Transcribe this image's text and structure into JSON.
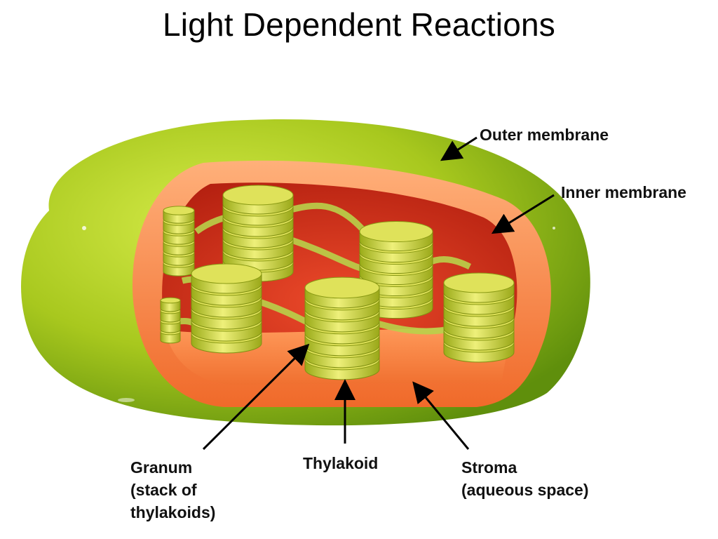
{
  "title": "Light Dependent Reactions",
  "labels": {
    "outer_membrane": "Outer membrane",
    "inner_membrane": "Inner membrane",
    "thylakoid": "Thylakoid",
    "granum": [
      "Granum",
      "(stack of",
      "thylakoids)"
    ],
    "stroma": [
      "Stroma",
      "(aqueous space)"
    ]
  },
  "colors": {
    "outer_green": "#9bc020",
    "inner_orange": "#f07a3a",
    "stroma_red": "#d8351e",
    "disc_yellow": "#e2e35a"
  }
}
